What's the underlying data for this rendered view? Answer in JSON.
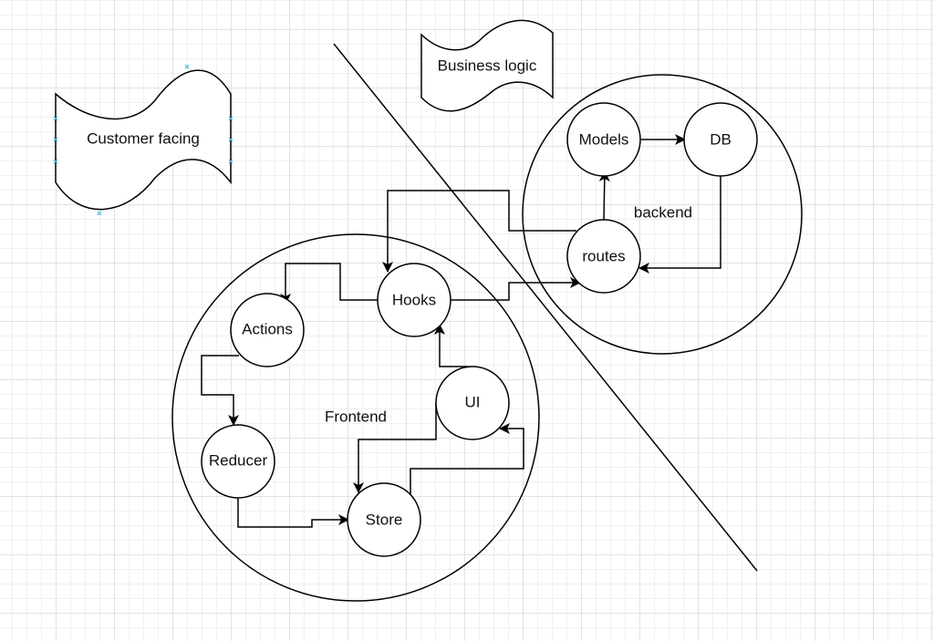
{
  "diagram": {
    "title": "Frontend / backend architecture sketch",
    "tapes": {
      "customer_facing": "Customer facing",
      "business_logic": "Business logic"
    },
    "groups": {
      "frontend": "Frontend",
      "backend": "backend"
    },
    "nodes": {
      "hooks": "Hooks",
      "actions": "Actions",
      "reducer": "Reducer",
      "store": "Store",
      "ui": "UI",
      "models": "Models",
      "db": "DB",
      "routes": "routes"
    },
    "edges": [
      {
        "from": "Hooks",
        "to": "Actions"
      },
      {
        "from": "Actions",
        "to": "Reducer"
      },
      {
        "from": "Reducer",
        "to": "Store"
      },
      {
        "from": "Store",
        "to": "UI"
      },
      {
        "from": "UI",
        "to": "Store"
      },
      {
        "from": "UI",
        "to": "Hooks"
      },
      {
        "from": "Hooks",
        "to": "routes"
      },
      {
        "from": "routes",
        "to": "Hooks"
      },
      {
        "from": "routes",
        "to": "Models"
      },
      {
        "from": "Models",
        "to": "DB"
      },
      {
        "from": "DB",
        "to": "routes"
      }
    ],
    "separator": "diagonal divider line",
    "selection_color": "#4fb3e8",
    "stroke_color": "#000000"
  }
}
